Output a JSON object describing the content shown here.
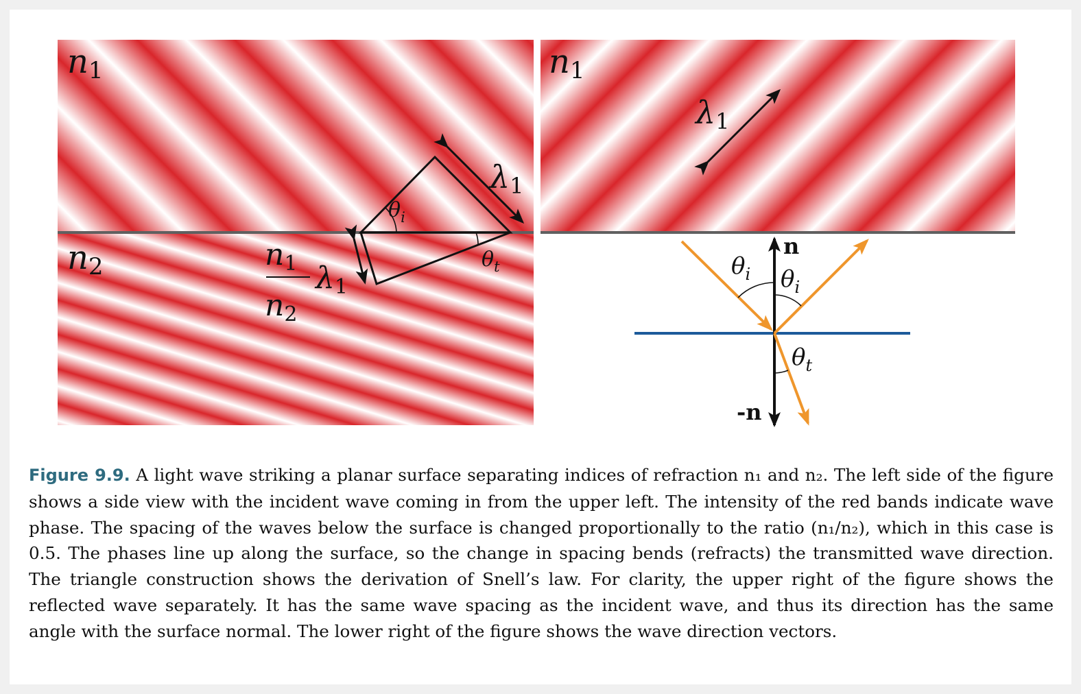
{
  "figure": {
    "labels": {
      "n1": "n",
      "n1_sub": "1",
      "n2": "n",
      "n2_sub": "2",
      "lambda": "λ",
      "lambda_sub": "1",
      "theta": "θ",
      "theta_i_sub": "i",
      "theta_t_sub": "t",
      "normal": "n",
      "neg_normal": "-n"
    },
    "colors": {
      "wave_red": "#d9262b",
      "interface_gray": "#606060",
      "ray_orange": "#ef962c",
      "surface_blue": "#1c5a9a"
    },
    "ratio_value": 0.5
  },
  "caption": {
    "figure_number": "Figure 9.9.",
    "text": "A light wave striking a planar surface separating indices of refraction n₁ and n₂. The left side of the figure shows a side view with the incident wave coming in from the upper left. The intensity of the red bands indicate wave phase. The spacing of the waves below the surface is changed proportionally to the ratio (n₁/n₂), which in this case is 0.5. The phases line up along the surface, so the change in spacing bends (refracts) the transmitted wave direction. The triangle construction shows the derivation of Snell’s law. For clarity, the upper right of the figure shows the reflected wave separately. It has the same wave spacing as the incident wave, and thus its direction has the same angle with the surface normal. The lower right of the figure shows the wave direction vectors."
  }
}
